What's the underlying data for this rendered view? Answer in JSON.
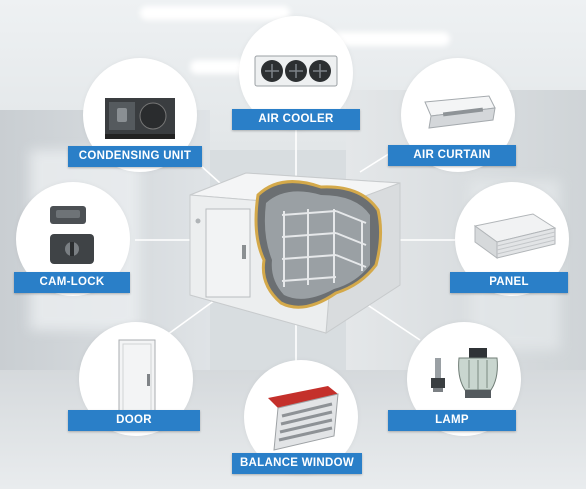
{
  "labels": {
    "air_cooler": "AIR COOLER",
    "condensing_unit": "CONDENSING UNIT",
    "air_curtain": "AIR CURTAIN",
    "cam_lock": "CAM-LOCK",
    "panel": "PANEL",
    "door": "DOOR",
    "lamp": "LAMP",
    "balance_window": "BALANCE WINDOW"
  },
  "colors": {
    "label_bg": "#2a7fc8",
    "label_text": "#ffffff",
    "circle_bg": "#ffffff",
    "connector": "#ffffff"
  }
}
